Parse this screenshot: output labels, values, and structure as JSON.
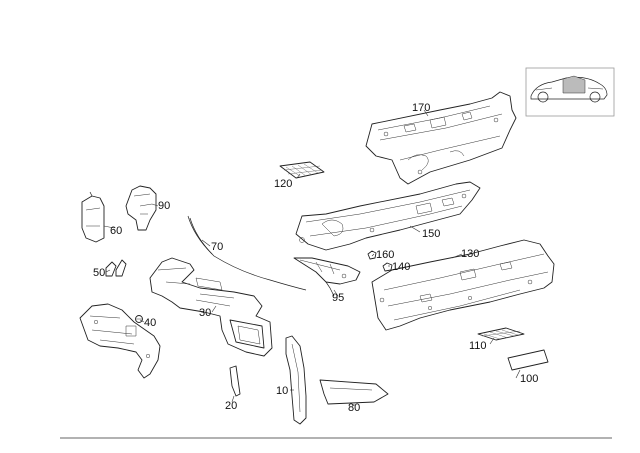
{
  "diagram": {
    "callouts": [
      {
        "id": "170",
        "label": "170"
      },
      {
        "id": "120",
        "label": "120"
      },
      {
        "id": "90",
        "label": "90"
      },
      {
        "id": "60",
        "label": "60"
      },
      {
        "id": "70",
        "label": "70"
      },
      {
        "id": "150",
        "label": "150"
      },
      {
        "id": "160",
        "label": "160"
      },
      {
        "id": "130",
        "label": "130"
      },
      {
        "id": "140",
        "label": "140"
      },
      {
        "id": "50",
        "label": "50"
      },
      {
        "id": "95",
        "label": "95"
      },
      {
        "id": "40",
        "label": "40"
      },
      {
        "id": "30",
        "label": "30"
      },
      {
        "id": "110",
        "label": "110"
      },
      {
        "id": "100",
        "label": "100"
      },
      {
        "id": "10",
        "label": "10"
      },
      {
        "id": "20",
        "label": "20"
      },
      {
        "id": "80",
        "label": "80"
      }
    ]
  }
}
